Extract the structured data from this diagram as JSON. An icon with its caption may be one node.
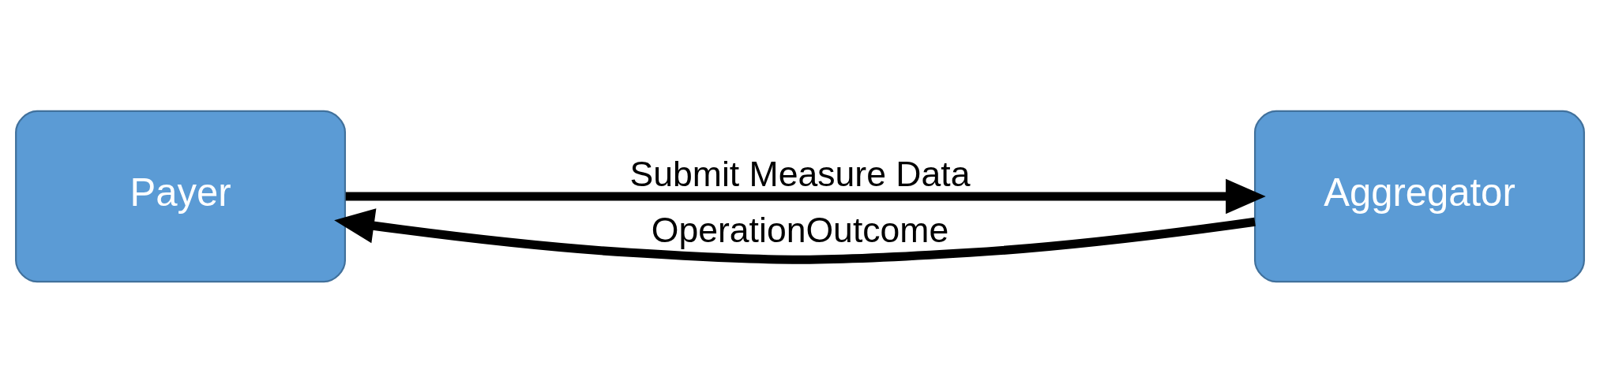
{
  "diagram": {
    "nodes": [
      {
        "text": [
          "Payer"
        ]
      },
      {
        "text": [
          "Aggregator"
        ]
      }
    ],
    "edges": [
      {
        "from": 0,
        "to": 1,
        "arrow": "to",
        "label": "Submit Measure Data"
      },
      {
        "from": 1,
        "to": 0,
        "arrow": "to",
        "label": "OperationOutcome"
      }
    ]
  }
}
